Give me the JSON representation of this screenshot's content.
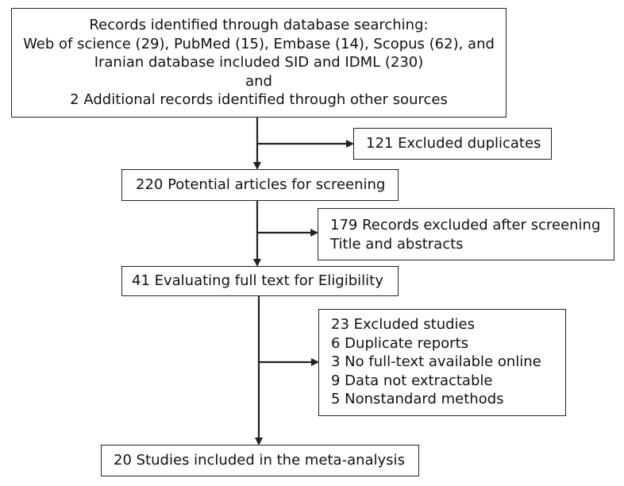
{
  "boxes": {
    "identified": {
      "lines": [
        "Records identified through database searching:",
        "Web of science (29), PubMed (15), Embase (14), Scopus (62), and",
        "Iranian database included SID and IDML (230)",
        "and",
        "2 Additional records identified through other sources"
      ]
    },
    "duplicates": {
      "lines": [
        "121 Excluded duplicates"
      ]
    },
    "screening": {
      "lines": [
        "220 Potential articles for screening"
      ]
    },
    "excluded_screening": {
      "lines": [
        "179 Records excluded after screening",
        "Title and abstracts"
      ]
    },
    "fulltext": {
      "lines": [
        "41 Evaluating full text for Eligibility"
      ]
    },
    "excluded_studies": {
      "lines": [
        "23 Excluded studies",
        "6 Duplicate reports",
        "3 No full-text available online",
        "9 Data not extractable",
        "5 Nonstandard methods"
      ]
    },
    "included": {
      "lines": [
        "20 Studies included in the meta-analysis"
      ]
    }
  },
  "colors": {
    "line": "#222222",
    "text": "#111111",
    "background": "#ffffff"
  }
}
